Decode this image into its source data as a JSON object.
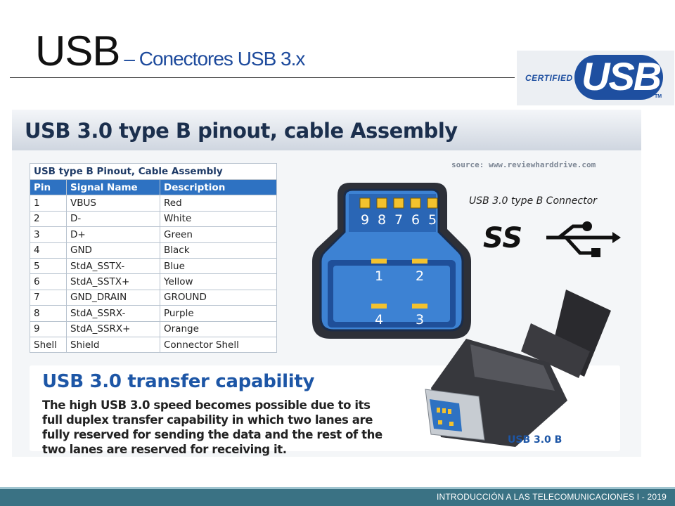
{
  "slide": {
    "title": "USB",
    "subtitle": "– Conectores USB 3.x",
    "footer": "INTRODUCCIÓN A LAS TELECOMUNICACIONES I - 2019"
  },
  "logo": {
    "certified": "CERTIFIED",
    "usb": "USB",
    "tm": "TM",
    "color": "#1e4fa0"
  },
  "panel": {
    "title": "USB 3.0 type B pinout, cable Assembly",
    "source": "source: www.reviewharddrive.com",
    "connector_label": "USB 3.0 type B Connector",
    "ss_text": "SS",
    "pin_numbers_top": [
      "9",
      "8",
      "7",
      "6",
      "5"
    ],
    "pin_numbers_mid": [
      "1",
      "2"
    ],
    "pin_numbers_bottom": [
      "4",
      "3"
    ],
    "accent_color": "#2e72c2"
  },
  "pin_table": {
    "caption": "USB type B Pinout, Cable Assembly",
    "headers": [
      "Pin",
      "Signal Name",
      "Description"
    ],
    "rows": [
      [
        "1",
        "VBUS",
        "Red"
      ],
      [
        "2",
        "D-",
        "White"
      ],
      [
        "3",
        "D+",
        "Green"
      ],
      [
        "4",
        "GND",
        "Black"
      ],
      [
        "5",
        "StdA_SSTX-",
        "Blue"
      ],
      [
        "6",
        "StdA_SSTX+",
        "Yellow"
      ],
      [
        "7",
        "GND_DRAIN",
        "GROUND"
      ],
      [
        "8",
        "StdA_SSRX-",
        "Purple"
      ],
      [
        "9",
        "StdA_SSRX+",
        "Orange"
      ],
      [
        "Shell",
        "Shield",
        "Connector Shell"
      ]
    ]
  },
  "transfer": {
    "title": "USB 3.0 transfer capability",
    "body_lines": [
      "The high USB 3.0 speed becomes possible due to its",
      "full duplex transfer capability in which two lanes are",
      "fully reserved for sending the data and the rest of the",
      "two lanes are reserved for receiving it."
    ],
    "cable_label": "USB 3.0 B"
  }
}
